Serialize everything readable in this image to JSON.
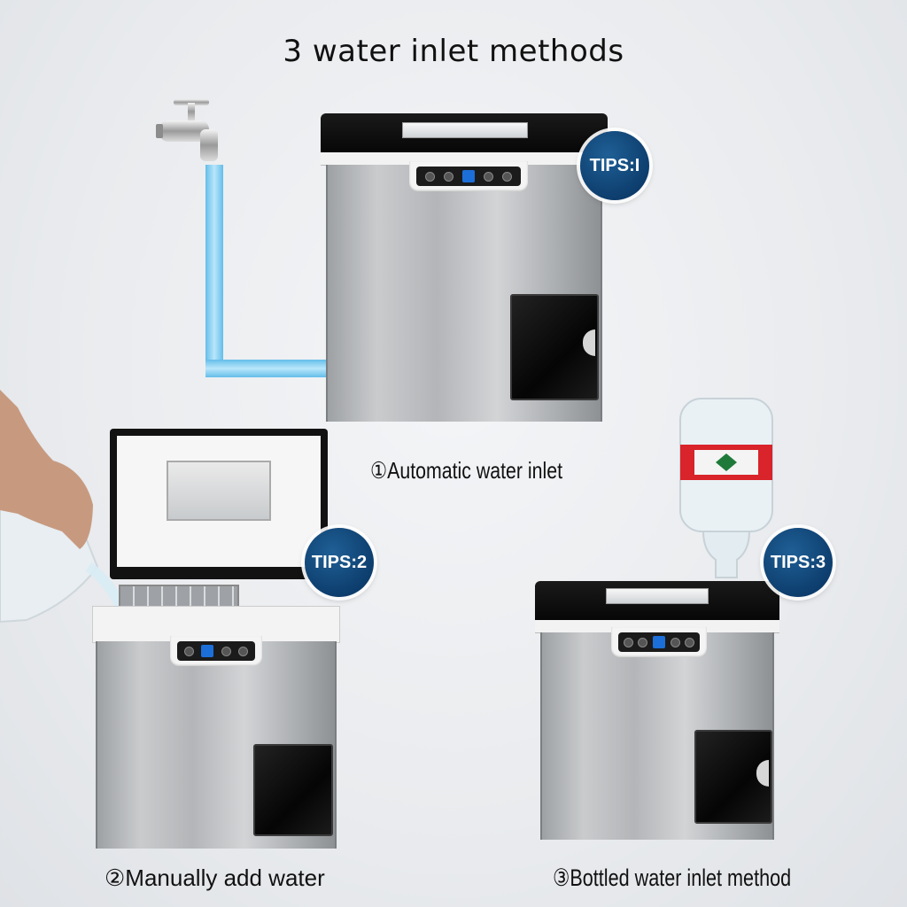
{
  "title": "3 water inlet methods",
  "captions": {
    "automatic": "①Automatic water inlet",
    "manual": "②Manually add water",
    "bottled": "③Bottled water inlet method"
  },
  "badges": {
    "tip1": "TIPS:I",
    "tip2": "TIPS:2",
    "tip3": "TIPS:3"
  },
  "colors": {
    "badge": "#0d3e6e",
    "pipe": "#7fcdf0",
    "lid": "#0a0a0a",
    "steel": "#b9bbbe"
  },
  "icons": [
    "faucet-icon",
    "water-bottle-icon",
    "hand-pouring-jug-icon"
  ]
}
